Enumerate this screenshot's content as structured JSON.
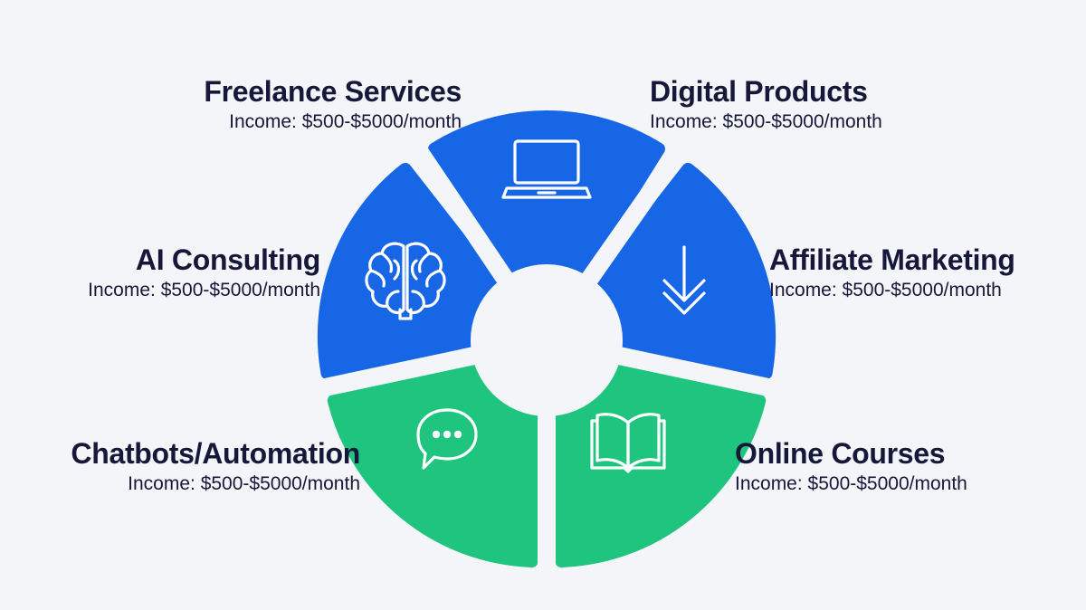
{
  "colors": {
    "blue": "#1766e6",
    "green": "#1fc47f",
    "background": "#f3f5f8",
    "text": "#16183a",
    "icon": "#ffffff"
  },
  "segments": [
    {
      "id": "freelance",
      "title": "Freelance Services",
      "income": "Income: $500-$5000/month",
      "color": "blue",
      "icon": "laptop-icon"
    },
    {
      "id": "digital",
      "title": "Digital Products",
      "income": "Income: $500-$5000/month",
      "color": "blue",
      "icon": "laptop-icon"
    },
    {
      "id": "affiliate",
      "title": "Affiliate Marketing",
      "income": "Income: $500-$5000/month",
      "color": "blue",
      "icon": "download-arrow-icon"
    },
    {
      "id": "courses",
      "title": "Online Courses",
      "income": "Income: $500-$5000/month",
      "color": "green",
      "icon": "open-book-icon"
    },
    {
      "id": "chatbots",
      "title": "Chatbots/Automation",
      "income": "Income: $500-$5000/month",
      "color": "green",
      "icon": "chat-bubble-icon"
    },
    {
      "id": "ai",
      "title": "AI Consulting",
      "income": "Income: $500-$5000/month",
      "color": "blue",
      "icon": "brain-icon"
    }
  ]
}
